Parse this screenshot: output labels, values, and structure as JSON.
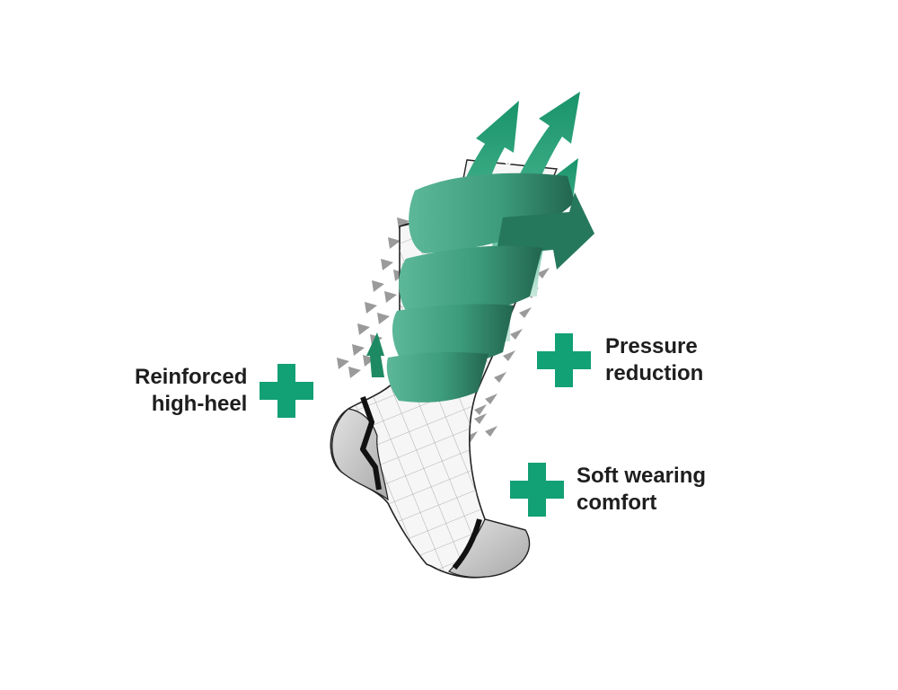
{
  "colors": {
    "accent": "#12a075",
    "band": "#3d9c7c",
    "band_dark": "#2a7a5f",
    "text": "#1e1e1e",
    "sole_gray": "#c8c8c8",
    "outline": "#222222"
  },
  "icons": {
    "feature_marker": "plus-icon"
  },
  "features": {
    "heel": {
      "line1": "Reinforced",
      "line2": "high-heel"
    },
    "pressure": {
      "line1": "Pressure",
      "line2": "reduction"
    },
    "comfort": {
      "line1": "Soft wearing",
      "line2": "comfort"
    }
  }
}
